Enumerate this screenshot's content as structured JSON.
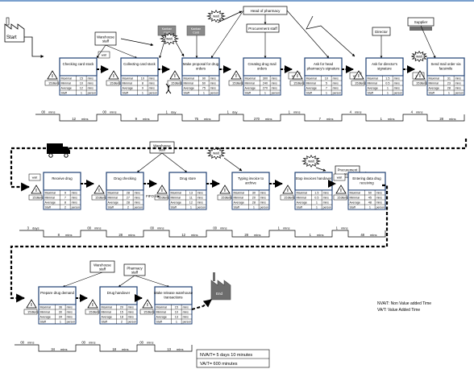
{
  "start_label": "Start",
  "end_label": "End",
  "kanban_card": "Kanban Card",
  "wait_label": "wait",
  "item_unit": "items",
  "person_unit": "person",
  "metric_labels": [
    "Maximal",
    "Minimal",
    "Average",
    "Staff"
  ],
  "people": {
    "warehouse_1": "Warehouse staff",
    "head_pharmacy": "Head of pharmacy",
    "procurement_1": "Procurement staff",
    "director": "Director",
    "supplier": "Supplier",
    "warehouse_2": "Warehouse staff",
    "procurement_2": "Procurement staff",
    "warehouse_3": "Warehouse staff",
    "pharmacy_staff": "Pharmacy staff"
  },
  "row1": {
    "processes": [
      {
        "name": "Checking card stock",
        "inventory": "153",
        "max": "15",
        "min": "10",
        "avg": "12",
        "staff": "1"
      },
      {
        "name": "Collecting card stock",
        "inventory": "153",
        "max": "10",
        "min": "8",
        "avg": "9",
        "staff": "1"
      },
      {
        "name": "Make proposal for drug orders",
        "inventory": "153",
        "max": "90",
        "min": "60",
        "avg": "75",
        "staff": "1"
      },
      {
        "name": "Creating drug mail orders",
        "inventory": "153",
        "max": "300",
        "min": "240",
        "avg": "270",
        "staff": "1"
      },
      {
        "name": "Ask for head pharmacy's signature",
        "inventory": "153",
        "max": "10",
        "min": "5",
        "avg": "7",
        "staff": "1"
      },
      {
        "name": "Ask for director's signature",
        "inventory": "153",
        "max": "1.5",
        "min": "0.5",
        "avg": "1",
        "staff": "1"
      },
      {
        "name": "Send mail order via facsimile",
        "inventory": "153",
        "max": "31",
        "min": "23",
        "avg": "28",
        "staff": "1"
      }
    ],
    "timeline": [
      {
        "nva": "00",
        "nva_unit": "mins",
        "va": "12",
        "va_unit": "mins"
      },
      {
        "nva": "00",
        "nva_unit": "mins",
        "va": "9",
        "va_unit": "mins"
      },
      {
        "nva": "1",
        "nva_unit": "day",
        "va": "75",
        "va_unit": "mins"
      },
      {
        "nva": "1",
        "nva_unit": "day",
        "va": "270",
        "va_unit": "mins"
      },
      {
        "nva": "1",
        "nva_unit": "mins",
        "va": "7",
        "va_unit": "mins"
      },
      {
        "nva": "4",
        "nva_unit": "mins",
        "va": "1",
        "va_unit": "mins"
      },
      {
        "nva": "4",
        "nva_unit": "mins",
        "va": "28",
        "va_unit": "mins"
      }
    ]
  },
  "row2": {
    "fifo": "FIFO",
    "processes": [
      {
        "name": "Receive drug",
        "inventory": "153",
        "max": "9",
        "min": "7",
        "avg": "8",
        "staff": "2"
      },
      {
        "name": "Drug checking",
        "inventory": "153",
        "max": "28",
        "min": "27",
        "avg": "28",
        "staff": "2"
      },
      {
        "name": "Drug store",
        "inventory": "153",
        "max": "13",
        "min": "11",
        "avg": "12",
        "staff": "1"
      },
      {
        "name": "Typing invoice to archive",
        "inventory": "153",
        "max": "30",
        "min": "20",
        "avg": "28",
        "staff": "1"
      },
      {
        "name": "Stop invoices handover",
        "inventory": "153",
        "max": "1.5",
        "min": "0.5",
        "avg": "1",
        "staff": "1"
      },
      {
        "name": "Entering data drug receiving",
        "inventory": "153",
        "max": "50",
        "min": "45",
        "avg": "48",
        "staff": "1"
      }
    ],
    "timeline": [
      {
        "nva": "3",
        "nva_unit": "days",
        "va": "8",
        "va_unit": "mins"
      },
      {
        "nva": "00",
        "nva_unit": "mins",
        "va": "28",
        "va_unit": "mins"
      },
      {
        "nva": "00",
        "nva_unit": "mins",
        "va": "12",
        "va_unit": "mins"
      },
      {
        "nva": "00",
        "nva_unit": "mins",
        "va": "28",
        "va_unit": "mins"
      },
      {
        "nva": "1",
        "nva_unit": "mins",
        "va": "1",
        "va_unit": "mins"
      },
      {
        "nva": "1",
        "nva_unit": "mins",
        "va": "48",
        "va_unit": "mins"
      }
    ]
  },
  "row3": {
    "processes": [
      {
        "name": "Prepare drug demand",
        "inventory": "153",
        "max": "36",
        "min": "30",
        "avg": "34",
        "staff": "1"
      },
      {
        "name": "Drug handover",
        "inventory": "153",
        "max": "20",
        "min": "15",
        "avg": "18",
        "staff": "2"
      },
      {
        "name": "Make release warehouse transactions",
        "inventory": "153",
        "max": "15",
        "min": "10",
        "avg": "13",
        "staff": "1"
      }
    ],
    "timeline": [
      {
        "nva": "00",
        "nva_unit": "mins",
        "va": "34",
        "va_unit": "mins"
      },
      {
        "nva": "00",
        "nva_unit": "mins",
        "va": "18",
        "va_unit": "mins"
      },
      {
        "nva": "00",
        "nva_unit": "mins",
        "va": "13",
        "va_unit": "mins"
      }
    ]
  },
  "legend": {
    "nva": "NVA/T: Non Value added Time",
    "va": "VA/T: Value Added Time"
  },
  "totals": {
    "nva": "NVA/T= 5 days 10 minutes",
    "va": "VA/T= 600 minutes"
  }
}
